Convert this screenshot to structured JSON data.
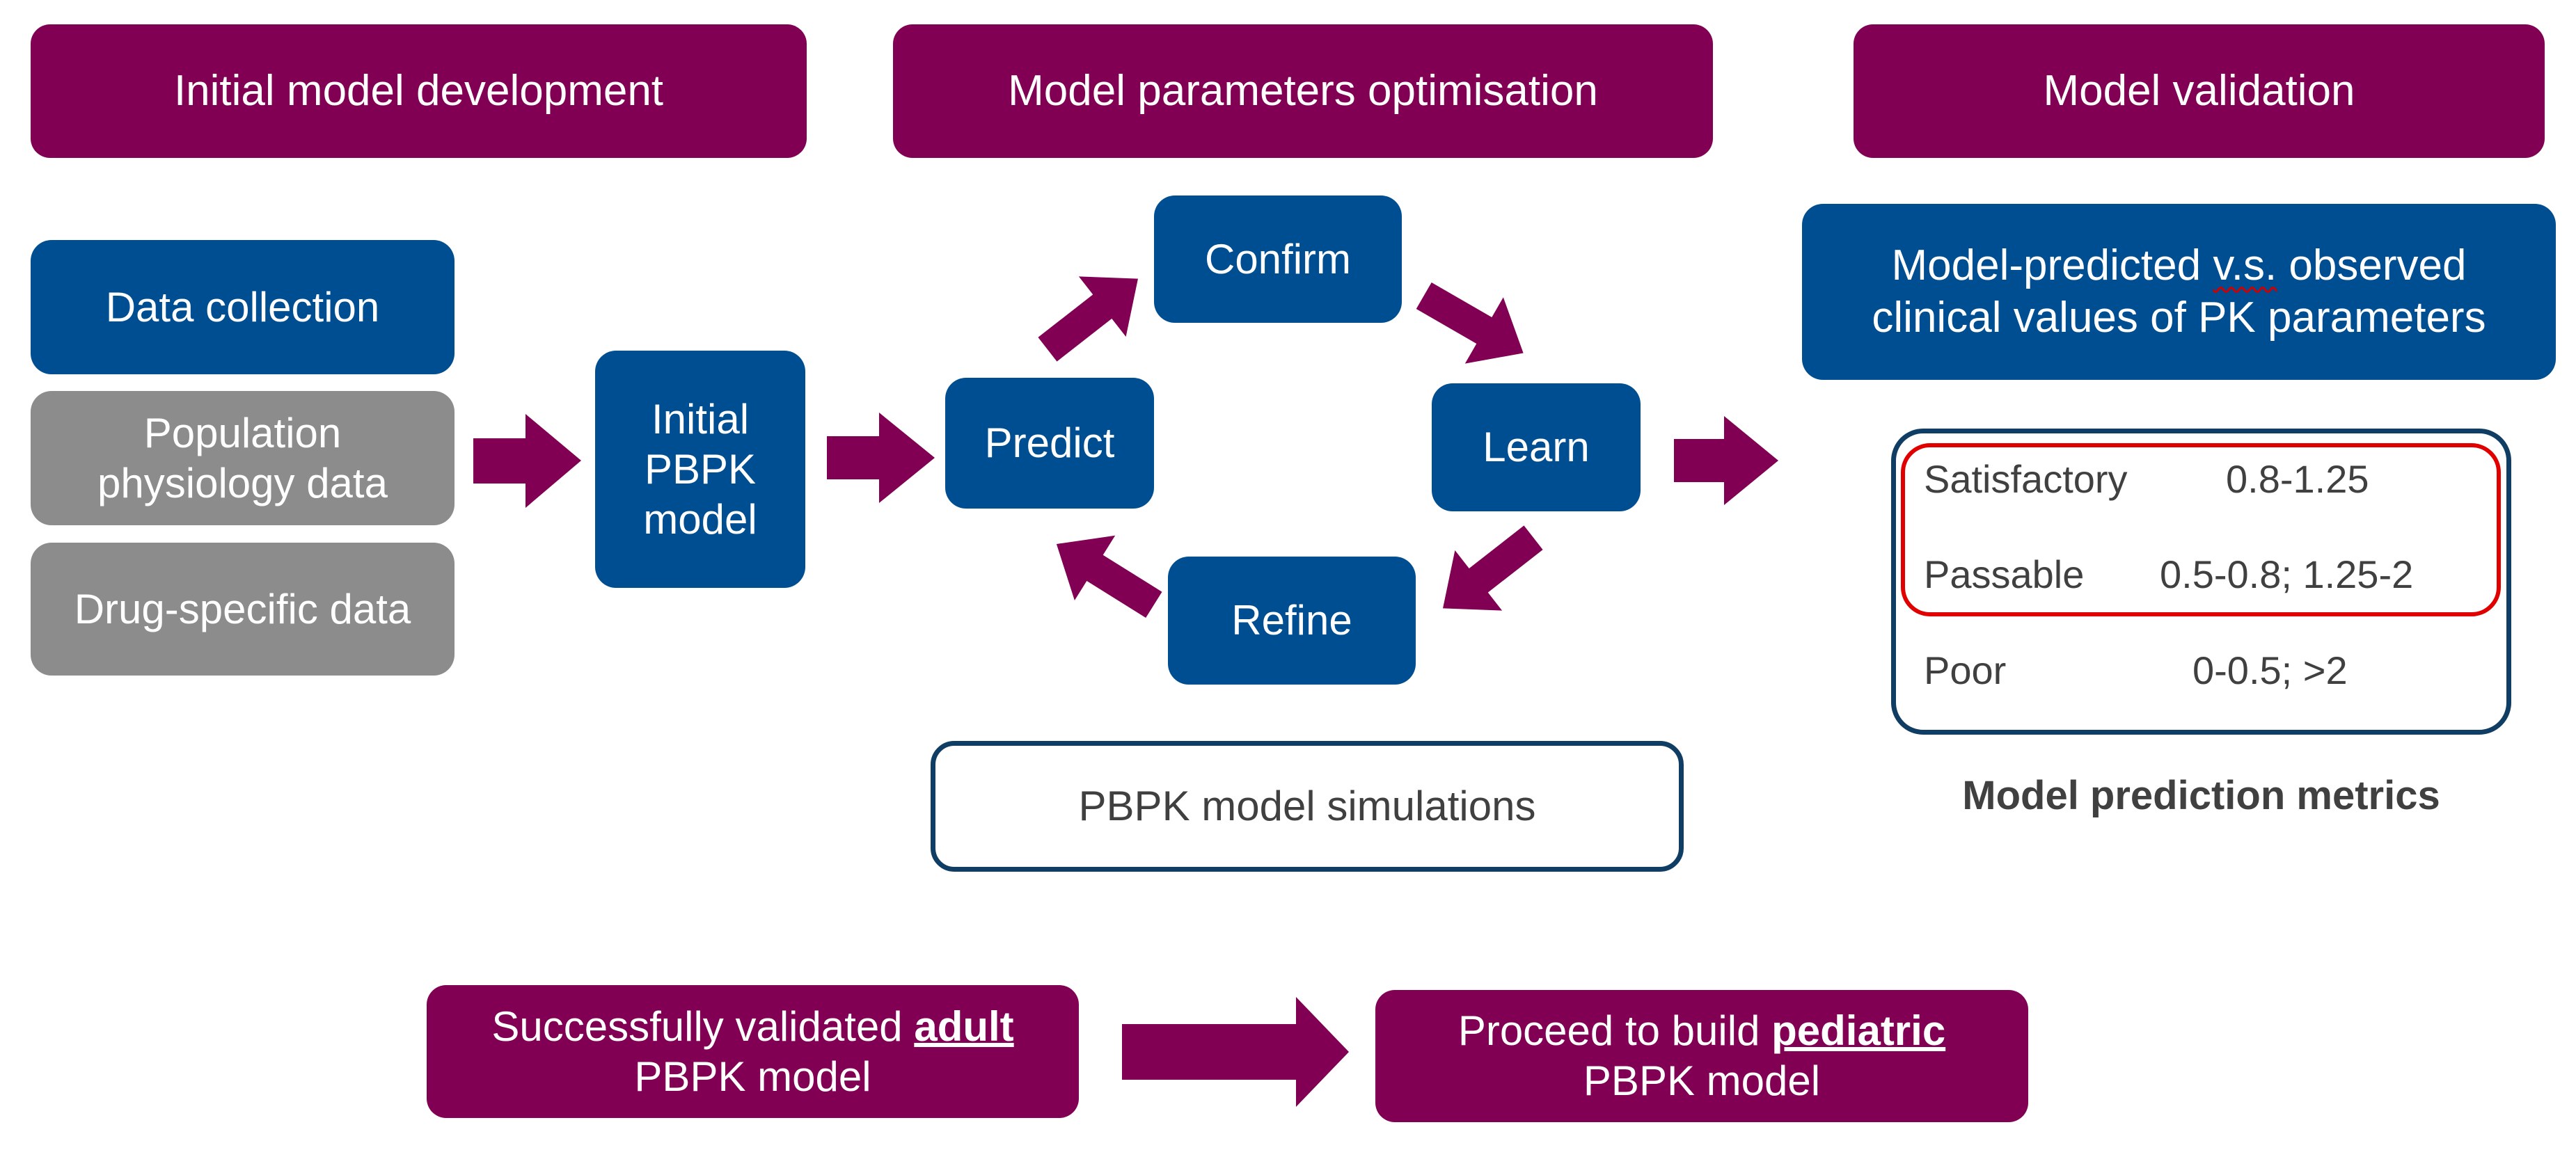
{
  "headers": {
    "initial": "Initial model development",
    "optimisation": "Model parameters optimisation",
    "validation": "Model validation"
  },
  "inputs": {
    "data_collection": "Data collection",
    "population_line1": "Population",
    "population_line2": "physiology data",
    "drug_specific": "Drug-specific data"
  },
  "initial_model": {
    "line1": "Initial",
    "line2": "PBPK",
    "line3": "model"
  },
  "cycle": {
    "predict": "Predict",
    "confirm": "Confirm",
    "learn": "Learn",
    "refine": "Refine"
  },
  "simulations_label": "PBPK model simulations",
  "validation_box": {
    "line1_pre": "Model-predicted ",
    "line1_vs": "v.s.",
    "line1_post": " observed",
    "line2": "clinical values of PK parameters"
  },
  "metrics": {
    "rows": [
      {
        "label": "Satisfactory",
        "range": "0.8-1.25"
      },
      {
        "label": "Passable",
        "range": "0.5-0.8; 1.25-2"
      },
      {
        "label": "Poor",
        "range": "0-0.5; >2"
      }
    ],
    "caption": "Model prediction metrics"
  },
  "bottom": {
    "left_pre": "Successfully validated ",
    "left_em": "adult",
    "left_line2": "PBPK model",
    "right_pre": "Proceed to build ",
    "right_em": "pediatric",
    "right_line2": "PBPK model"
  },
  "colors": {
    "maroon": "#820053",
    "blue": "#004E92",
    "grey": "#8C8C8C",
    "outline": "#0F3D63",
    "highlight": "#E00000"
  }
}
